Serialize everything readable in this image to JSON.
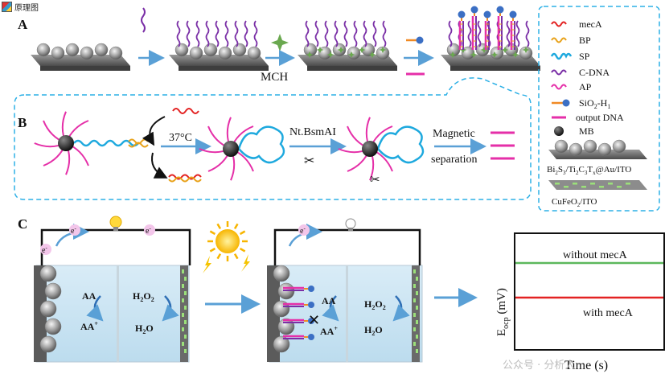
{
  "window": {
    "title": "原理图"
  },
  "panels": {
    "a": "A",
    "b": "B",
    "c": "C"
  },
  "steps": {
    "mch": "MCH",
    "temp": "37°C",
    "enzyme": "Nt.BsmAI",
    "magnetic": "Magnetic",
    "separation": "separation"
  },
  "legend": {
    "items": [
      "mecA",
      "BP",
      "SP",
      "C-DNA",
      "AP",
      "SiO",
      "output DNA",
      "MB"
    ],
    "sio_sub2": "2",
    "sio_dash": "-H",
    "sio_sub1": "1",
    "photoanode": {
      "a": "Bi",
      "b": "2",
      "c": "S",
      "d": "3",
      "e": "/Ti",
      "f": "2",
      "g": "C",
      "h": "3",
      "i": "T",
      "j": "x",
      "k": "@Au/ITO"
    },
    "photocathode": {
      "a": "CuFeO",
      "b": "2",
      "c": "/ITO"
    }
  },
  "cell": {
    "electron": "e",
    "electron_sup": "-",
    "aa": "AA",
    "aa_plus": "AA",
    "plus": "+",
    "h2o2_h": "H",
    "h2o2_2a": "2",
    "h2o2_o": "O",
    "h2o2_2b": "2",
    "h2o_h": "H",
    "h2o_2": "2",
    "h2o_o": "O"
  },
  "plot": {
    "ylabel_e": "E",
    "ylabel_sub": "ocp",
    "ylabel_rest": " (mV)",
    "xlabel": "Time (s)",
    "lines": [
      {
        "label": "without mecA",
        "color": "#5cb85c"
      },
      {
        "label": "with mecA",
        "color": "#e32222"
      }
    ]
  },
  "watermark": "公众号 · 分析人"
}
